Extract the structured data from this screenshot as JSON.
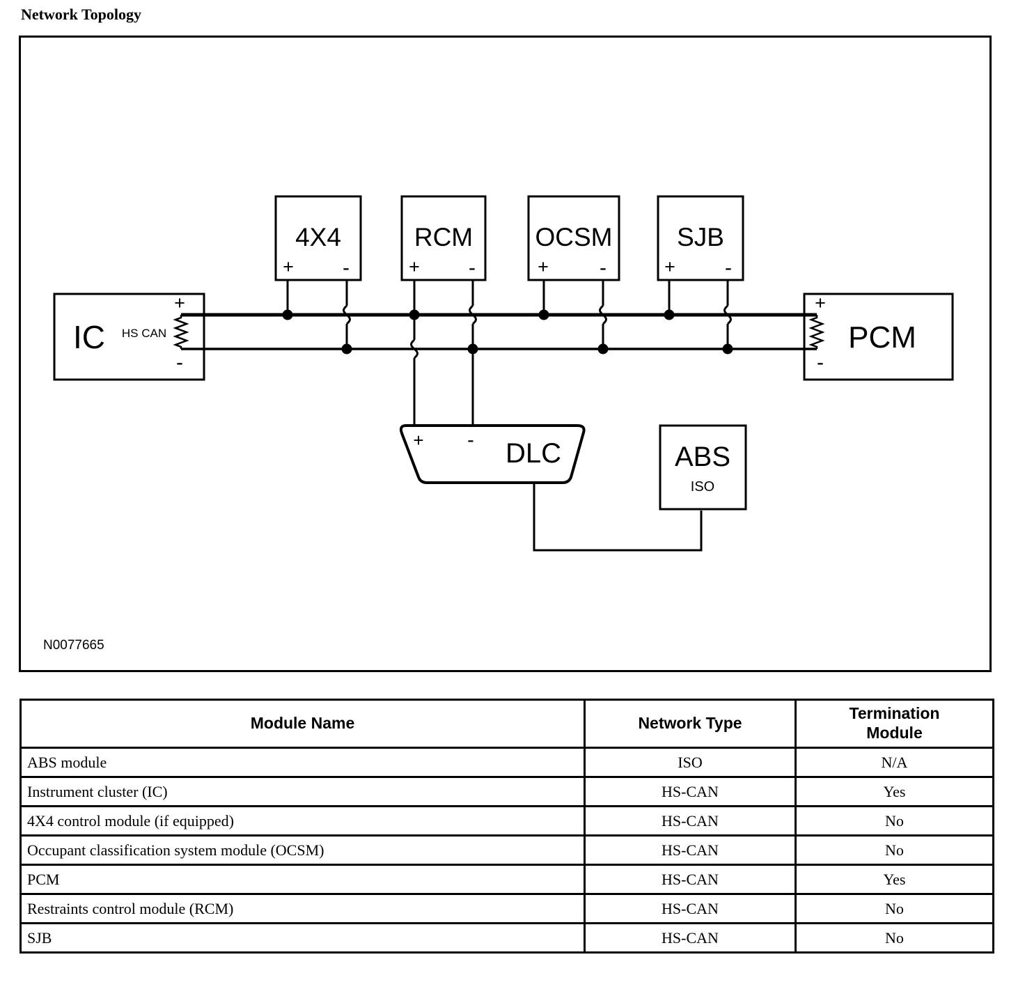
{
  "title": "Network Topology",
  "diagram": {
    "figure_id": "N0077665",
    "ic": {
      "label": "IC",
      "bus_label": "HS CAN",
      "plus": "+",
      "minus": "-"
    },
    "pcm": {
      "label": "PCM",
      "plus": "+",
      "minus": "-"
    },
    "x4": {
      "label": "4X4",
      "plus": "+",
      "minus": "-"
    },
    "rcm": {
      "label": "RCM",
      "plus": "+",
      "minus": "-"
    },
    "ocsm": {
      "label": "OCSM",
      "plus": "+",
      "minus": "-"
    },
    "sjb": {
      "label": "SJB",
      "plus": "+",
      "minus": "-"
    },
    "dlc": {
      "label": "DLC",
      "plus": "+",
      "minus": "-"
    },
    "abs": {
      "label": "ABS",
      "network": "ISO"
    }
  },
  "table": {
    "headers": [
      "Module Name",
      "Network Type",
      "Termination Module"
    ],
    "rows": [
      [
        "ABS module",
        "ISO",
        "N/A"
      ],
      [
        "Instrument cluster (IC)",
        "HS-CAN",
        "Yes"
      ],
      [
        "4X4 control module (if equipped)",
        "HS-CAN",
        "No"
      ],
      [
        "Occupant classification system module (OCSM)",
        "HS-CAN",
        "No"
      ],
      [
        "PCM",
        "HS-CAN",
        "Yes"
      ],
      [
        "Restraints control module (RCM)",
        "HS-CAN",
        "No"
      ],
      [
        "SJB",
        "HS-CAN",
        "No"
      ]
    ]
  }
}
